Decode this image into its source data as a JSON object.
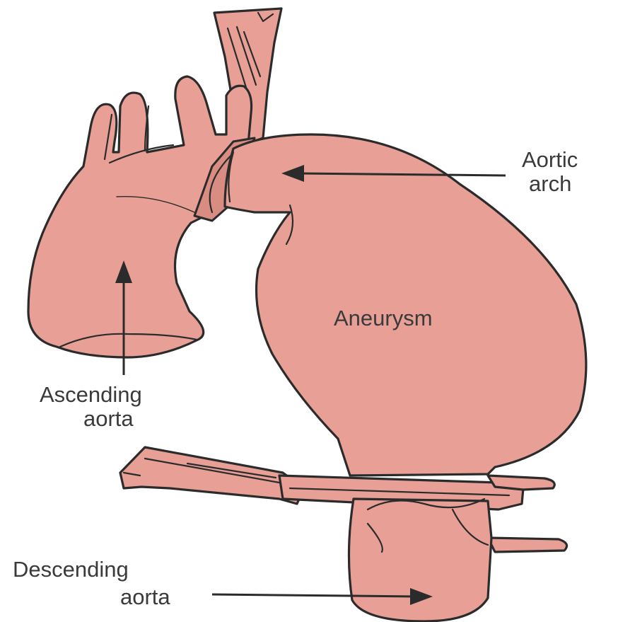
{
  "labels": {
    "aortic_arch_line1": "Aortic",
    "aortic_arch_line2": "arch",
    "aneurysm": "Aneurysm",
    "ascending_line1": "Ascending",
    "ascending_line2": "aorta",
    "descending_line1": "Descending",
    "descending_line2": "aorta"
  },
  "colors": {
    "tissue": "#e8a096",
    "outline": "#2b2b2b",
    "text": "#3a3a3a"
  }
}
